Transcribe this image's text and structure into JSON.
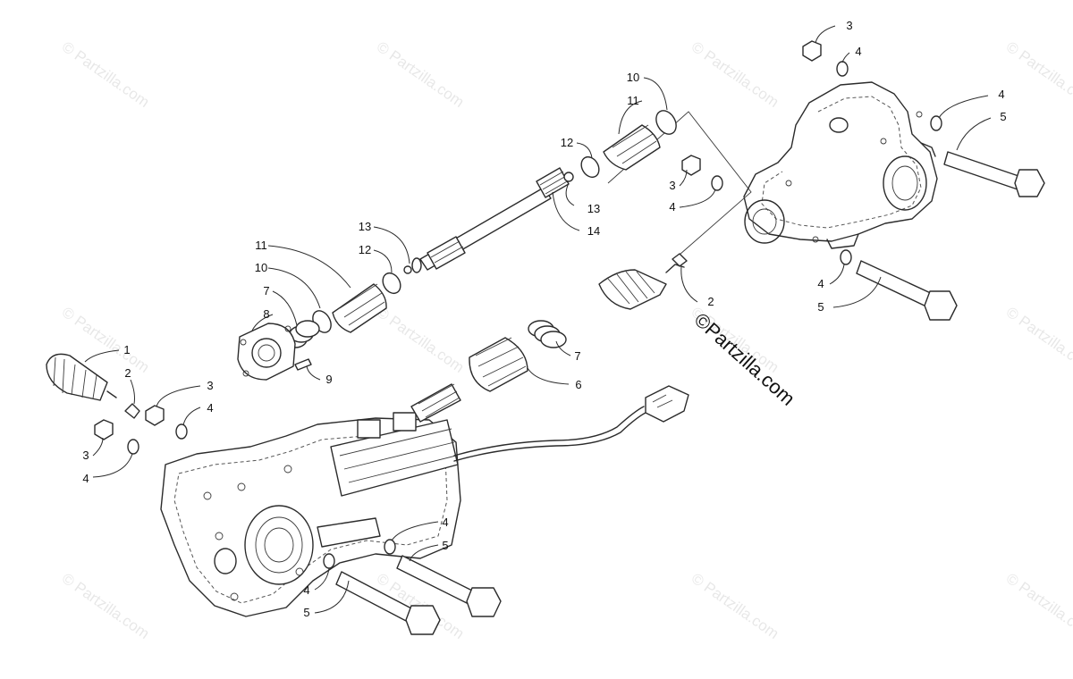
{
  "brand_watermark": "©Partzilla.com",
  "tile_watermark": "© Partzilla.com",
  "callouts": [
    {
      "id": "c1",
      "num": "1"
    },
    {
      "id": "c2a",
      "num": "2"
    },
    {
      "id": "c2b",
      "num": "2"
    },
    {
      "id": "c3a",
      "num": "3"
    },
    {
      "id": "c3b",
      "num": "3"
    },
    {
      "id": "c3c",
      "num": "3"
    },
    {
      "id": "c3d",
      "num": "3"
    },
    {
      "id": "c4a",
      "num": "4"
    },
    {
      "id": "c4b",
      "num": "4"
    },
    {
      "id": "c4c",
      "num": "4"
    },
    {
      "id": "c4d",
      "num": "4"
    },
    {
      "id": "c4e",
      "num": "4"
    },
    {
      "id": "c4f",
      "num": "4"
    },
    {
      "id": "c4g",
      "num": "4"
    },
    {
      "id": "c4h",
      "num": "4"
    },
    {
      "id": "c5a",
      "num": "5"
    },
    {
      "id": "c5b",
      "num": "5"
    },
    {
      "id": "c5c",
      "num": "5"
    },
    {
      "id": "c5d",
      "num": "5"
    },
    {
      "id": "c6",
      "num": "6"
    },
    {
      "id": "c7a",
      "num": "7"
    },
    {
      "id": "c7b",
      "num": "7"
    },
    {
      "id": "c8",
      "num": "8"
    },
    {
      "id": "c9",
      "num": "9"
    },
    {
      "id": "c10a",
      "num": "10"
    },
    {
      "id": "c10b",
      "num": "10"
    },
    {
      "id": "c11a",
      "num": "11"
    },
    {
      "id": "c11b",
      "num": "11"
    },
    {
      "id": "c12a",
      "num": "12"
    },
    {
      "id": "c12b",
      "num": "12"
    },
    {
      "id": "c13a",
      "num": "13"
    },
    {
      "id": "c13b",
      "num": "13"
    },
    {
      "id": "c14",
      "num": "14"
    }
  ]
}
